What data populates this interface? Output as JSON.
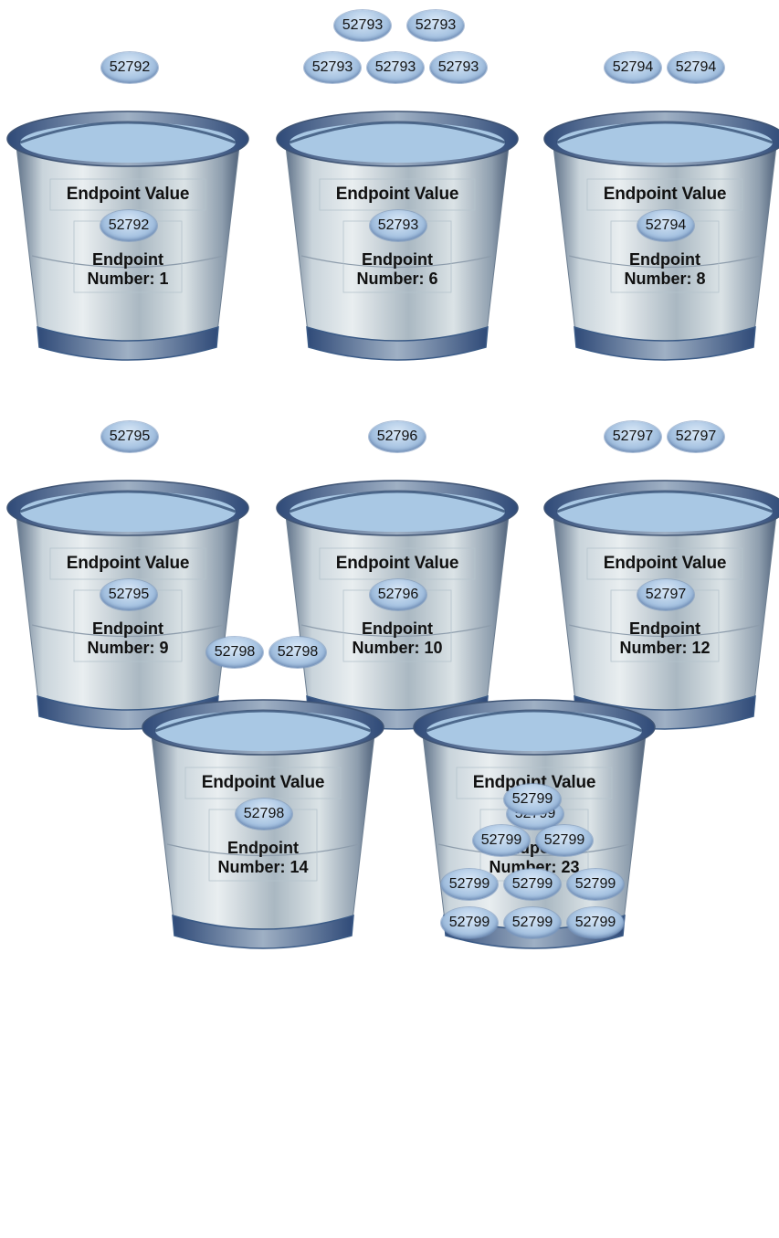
{
  "buckets": [
    {
      "heading": "Endpoint Value",
      "value": "52792",
      "number_line1": "Endpoint",
      "number_line2": "Number: 1",
      "incoming": [
        "52792"
      ]
    },
    {
      "heading": "Endpoint Value",
      "value": "52793",
      "number_line1": "Endpoint",
      "number_line2": "Number: 6",
      "incoming": [
        "52793",
        "52793",
        "52793",
        "52793",
        "52793"
      ]
    },
    {
      "heading": "Endpoint Value",
      "value": "52794",
      "number_line1": "Endpoint",
      "number_line2": "Number: 8",
      "incoming": [
        "52794",
        "52794"
      ]
    },
    {
      "heading": "Endpoint Value",
      "value": "52795",
      "number_line1": "Endpoint",
      "number_line2": "Number: 9",
      "incoming": [
        "52795"
      ]
    },
    {
      "heading": "Endpoint Value",
      "value": "52796",
      "number_line1": "Endpoint",
      "number_line2": "Number: 10",
      "incoming": [
        "52796"
      ]
    },
    {
      "heading": "Endpoint Value",
      "value": "52797",
      "number_line1": "Endpoint",
      "number_line2": "Number: 12",
      "incoming": [
        "52797",
        "52797"
      ]
    },
    {
      "heading": "Endpoint Value",
      "value": "52798",
      "number_line1": "Endpoint",
      "number_line2": "Number: 14",
      "incoming": [
        "52798",
        "52798"
      ]
    },
    {
      "heading": "Endpoint Value",
      "value": "52799",
      "number_line1": "Endpoint",
      "number_line2": "Number: 23",
      "incoming": [
        "52799",
        "52799",
        "52799",
        "52799",
        "52799",
        "52799",
        "52799",
        "52799",
        "52799"
      ]
    }
  ],
  "colors": {
    "water": "#a9c8e4",
    "pill_fill": "#a8c4e2",
    "bucket_metal": "#b9c7cf",
    "bucket_dark": "#3a5a86"
  }
}
